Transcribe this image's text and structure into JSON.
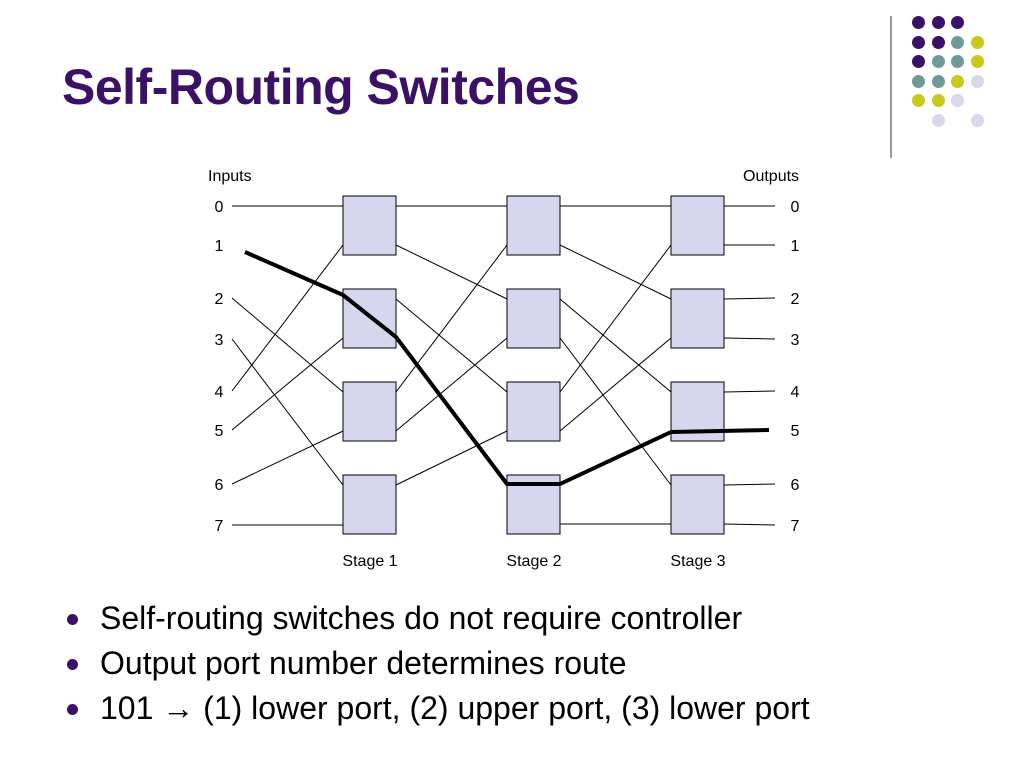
{
  "slide": {
    "title": "Self-Routing Switches"
  },
  "decoration": {
    "colors": {
      "purple": "#3b1168",
      "teal": "#6f9a9a",
      "yellow": "#c8c81e",
      "lavender": "#d8d8ea"
    }
  },
  "diagram": {
    "inputs_label": "Inputs",
    "outputs_label": "Outputs",
    "input_ports": [
      "0",
      "1",
      "2",
      "3",
      "4",
      "5",
      "6",
      "7"
    ],
    "output_ports": [
      "0",
      "1",
      "2",
      "3",
      "4",
      "5",
      "6",
      "7"
    ],
    "stages": [
      "Stage 1",
      "Stage 2",
      "Stage 3"
    ],
    "switches_per_stage": 4,
    "box_fill": "#d6d6ee",
    "path_color": "#000000"
  },
  "bullets": [
    "Self-routing switches do not require controller",
    "Output port number determines route",
    "101 → (1) lower port, (2) upper port, (3) lower port"
  ]
}
